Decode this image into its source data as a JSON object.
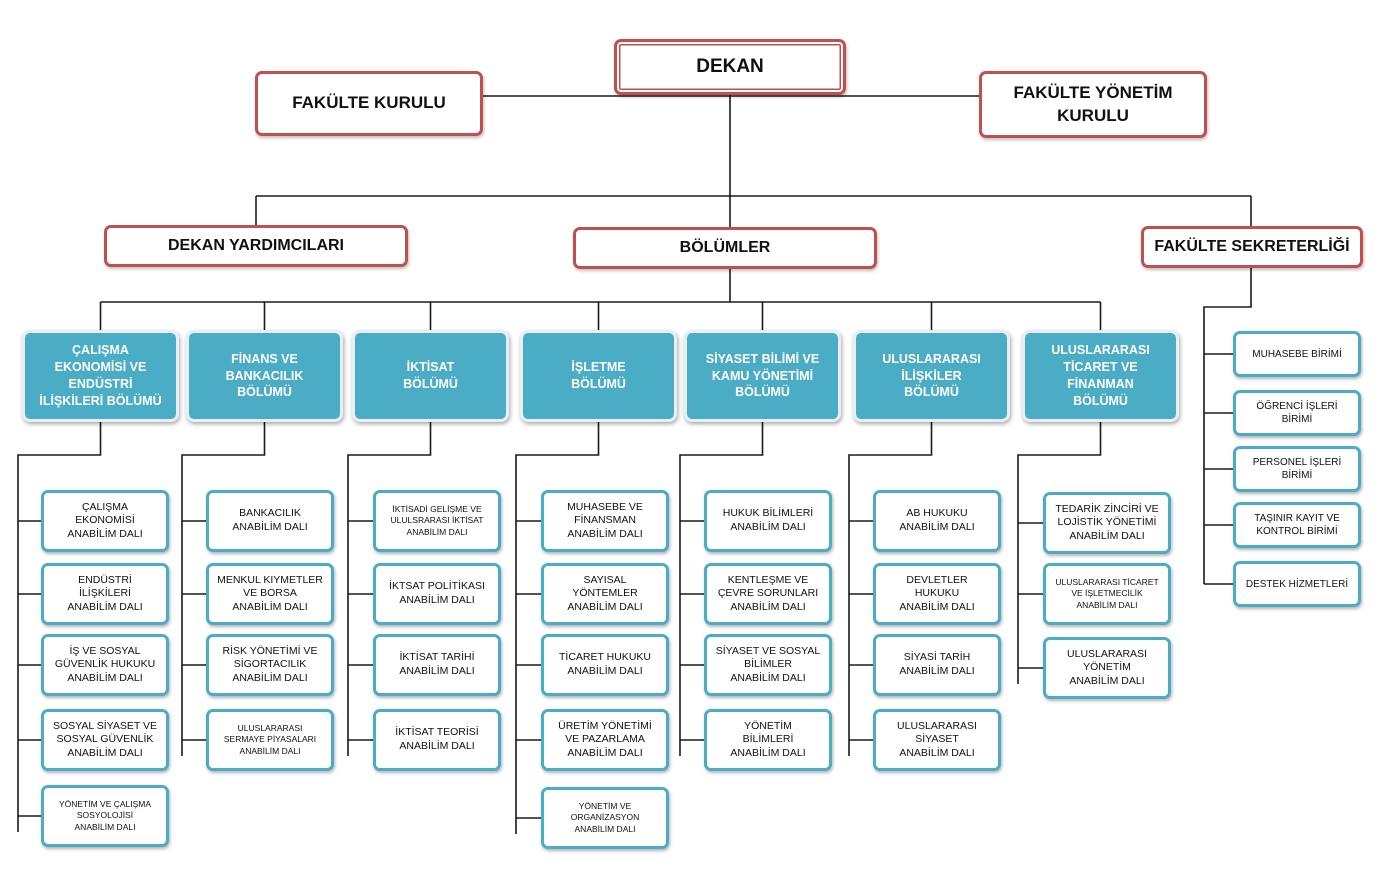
{
  "top": {
    "dean": "DEKAN",
    "faculty_council": "FAKÜLTE KURULU",
    "faculty_board": "FAKÜLTE YÖNETİM\nKURULU"
  },
  "second": {
    "deputy_deans": "DEKAN YARDIMCILARI",
    "departments": "BÖLÜMLER",
    "secretariat": "FAKÜLTE SEKRETERLİĞİ"
  },
  "departments": [
    {
      "name": "ÇALIŞMA\nEKONOMİSİ VE\nENDÜSTRİ\nİLİŞKİLERİ BÖLÜMÜ",
      "units": [
        "ÇALIŞMA\nEKONOMİSİ\nANABİLİM DALI",
        "ENDÜSTRİ\nİLİŞKİLERİ\nANABİLİM DALI",
        "İŞ VE SOSYAL\nGÜVENLİK HUKUKU\nANABİLİM DALI",
        "SOSYAL SİYASET VE\nSOSYAL GÜVENLİK\nANABİLİM DALI",
        "YÖNETİM VE ÇALIŞMA\nSOSYOLOJİSİ\nANABİLİM DALI"
      ]
    },
    {
      "name": "FİNANS VE\nBANKACILIK\nBÖLÜMÜ",
      "units": [
        "BANKACILIK\nANABİLİM DALI",
        "MENKUL KIYMETLER\nVE BORSA\nANABİLİM DALI",
        "RİSK YÖNETİMİ VE\nSİGORTACILIK\nANABİLİM DALI",
        "ULUSLARARASI\nSERMAYE PİYASALARI\nANABİLİM DALI"
      ]
    },
    {
      "name": "İKTİSAT\nBÖLÜMÜ",
      "units": [
        "İKTİSADİ GELİŞME VE\nULULSRARASI İKTİSAT\nANABİLİM DALI",
        "İKTSAT POLİTİKASI\nANABİLİM DALI",
        "İKTİSAT TARİHİ\nANABİLİM DALI",
        "İKTİSAT TEORİSİ\nANABİLİM DALI"
      ]
    },
    {
      "name": "İŞLETME\nBÖLÜMÜ",
      "units": [
        "MUHASEBE VE\nFİNANSMAN\nANABİLİM DALI",
        "SAYISAL\nYÖNTEMLER\nANABİLİM DALI",
        "TİCARET HUKUKU\nANABİLİM DALI",
        "ÜRETİM YÖNETİMİ\nVE PAZARLAMA\nANABİLİM DALI",
        "YÖNETİM VE\nORGANİZASYON\nANABİLİM DALI"
      ]
    },
    {
      "name": "SİYASET BİLİMİ VE\nKAMU YÖNETİMİ\nBÖLÜMÜ",
      "units": [
        "HUKUK BİLİMLERİ\nANABİLİM DALI",
        "KENTLEŞME VE\nÇEVRE SORUNLARI\nANABİLİM DALI",
        "SİYASET VE SOSYAL\nBİLİMLER\nANABİLİM DALI",
        "YÖNETİM\nBİLİMLERİ\nANABİLİM DALI"
      ]
    },
    {
      "name": "ULUSLARARASI\nİLİŞKİLER\nBÖLÜMÜ",
      "units": [
        "AB HUKUKU\nANABİLİM DALI",
        "DEVLETLER\nHUKUKU\nANABİLİM DALI",
        "SİYASİ TARİH\nANABİLİM DALI",
        "ULUSLARARASI\nSİYASET\nANABİLİM DALI"
      ]
    },
    {
      "name": "ULUSLARARASI\nTİCARET VE\nFİNANMAN\nBÖLÜMÜ",
      "units": [
        "TEDARİK ZİNCİRİ VE\nLOJİSTİK YÖNETİMİ\nANABİLİM DALI",
        "ULUSLARARASI TİCARET\nVE İŞLETMECİLİK\nANABİLİM DALI",
        "ULUSLARARASI\nYÖNETİM\nANABİLİM DALI"
      ]
    }
  ],
  "secretariat_units": [
    "MUHASEBE BİRİMİ",
    "ÖĞRENCİ İŞLERİ\nBİRİMİ",
    "PERSONEL İŞLERİ\nBİRİMİ",
    "TAŞINIR KAYIT VE\nKONTROL BİRİMİ",
    "DESTEK HİZMETLERİ"
  ],
  "colors": {
    "top_border": "#c0504d",
    "department_fill": "#4bacc6",
    "unit_border": "#4bacc6",
    "connector": "#1a1a1a"
  }
}
